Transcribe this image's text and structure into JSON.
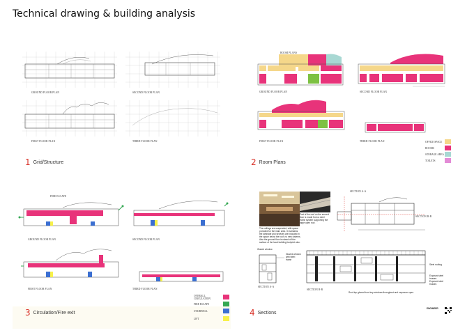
{
  "page_title": "Technical drawing & building analysis",
  "sections": [
    {
      "num": "1",
      "label": "Grid/Structure"
    },
    {
      "num": "2",
      "label": "Room Plans"
    },
    {
      "num": "3",
      "label": "Circulation/Fire exit"
    },
    {
      "num": "4",
      "label": "Sections"
    }
  ],
  "grid_plans": {
    "ground": "GROUND FLOOR PLAN",
    "second": "SECOND FLOOR PLAN",
    "first": "FIRST FLOOR PLAN",
    "third": "THIRD FLOOR PLAN"
  },
  "room_plans": {
    "ground": "GROUND FLOOR PLAN",
    "second": "SECOND FLOOR PLAN",
    "first": "FIRST FLOOR PLAN",
    "third": "THIRD FLOOR PLAN",
    "sub_label": "ROOM PLANS",
    "legend": [
      {
        "label": "OFFICE SPACE",
        "color": "#f5d78a"
      },
      {
        "label": "ROOMS",
        "color": "#e8337a"
      },
      {
        "label": "STORAGE AREA",
        "color": "#a8d8d3"
      },
      {
        "label": "TOILETS",
        "color": "#e38bd6"
      }
    ]
  },
  "circulation_plans": {
    "ground": "GROUND FLOOR PLAN",
    "second": "SECOND FLOOR PLAN",
    "first": "FIRST FLOOR PLAN",
    "third": "THIRD FLOOR PLAN",
    "sub_label": "FIRE ESCAPE",
    "legend": [
      {
        "label": "OVERALL CIRCULATION",
        "color": "#e8337a"
      },
      {
        "label": "FIRE ESCAPE",
        "color": "#34a853"
      },
      {
        "label": "STAIRWELL",
        "color": "#3b6fd1"
      },
      {
        "label": "LIFT",
        "color": "#f7f14a"
      }
    ]
  },
  "sections_panel": {
    "section_aa": "SECTION A-A",
    "section_bb": "SECTION B-B",
    "section_aa_top": "SECTION A-A",
    "section_bb_top": "SECTION B-B",
    "note_1": "Part of the roof on the second floor is made from a steel frame system supporting the large open roof.",
    "note_2": "The ceilings are suspended, with space provided for the main area. It maintains the laminate and services are included in the space below the roof, no new cisterns. Also the ground floor is raised off the surface of the local building footprint also.",
    "note_3": "Glazed window",
    "note_4": "Glazed window with steel frame",
    "note_5": "Steel roofing",
    "note_6": "Exposed steel trusses",
    "note_7": "Exposed steel trusses",
    "note_8": "Roof-top glazed from key windows throughout and exposure open.",
    "logo_text": "ENGINEER"
  }
}
